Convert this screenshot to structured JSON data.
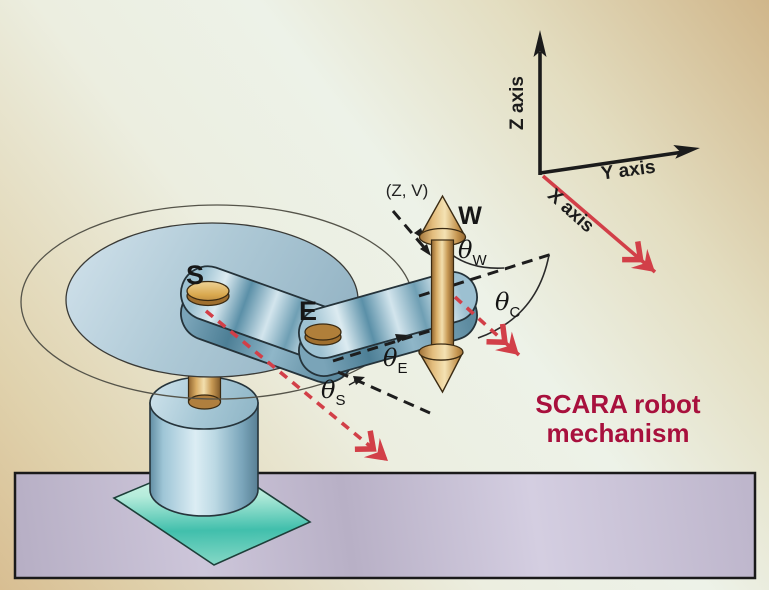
{
  "diagram": {
    "title_line1": "SCARA robot",
    "title_line2": "mechanism",
    "axes": {
      "z_label": "Z axis",
      "y_label": "Y axis",
      "x_label": "X axis"
    },
    "joints": {
      "shoulder": "S",
      "elbow": "E",
      "wrist": "W"
    },
    "wrist_axes_label": "(Z, V)",
    "angles": {
      "symbol": "θ",
      "wrist_sub": "W",
      "compliance_sub": "C",
      "elbow_sub": "E",
      "shoulder_sub": "S"
    },
    "colors": {
      "red_accent": "#d23f48",
      "title_red": "#a8103d",
      "steel_blue": "#9cc0d0",
      "gold": "#d9ad66",
      "teal_plate": "#3dbcaa",
      "table_lavender": "#c3bbd0",
      "axis_black": "#1b1b1b"
    }
  }
}
